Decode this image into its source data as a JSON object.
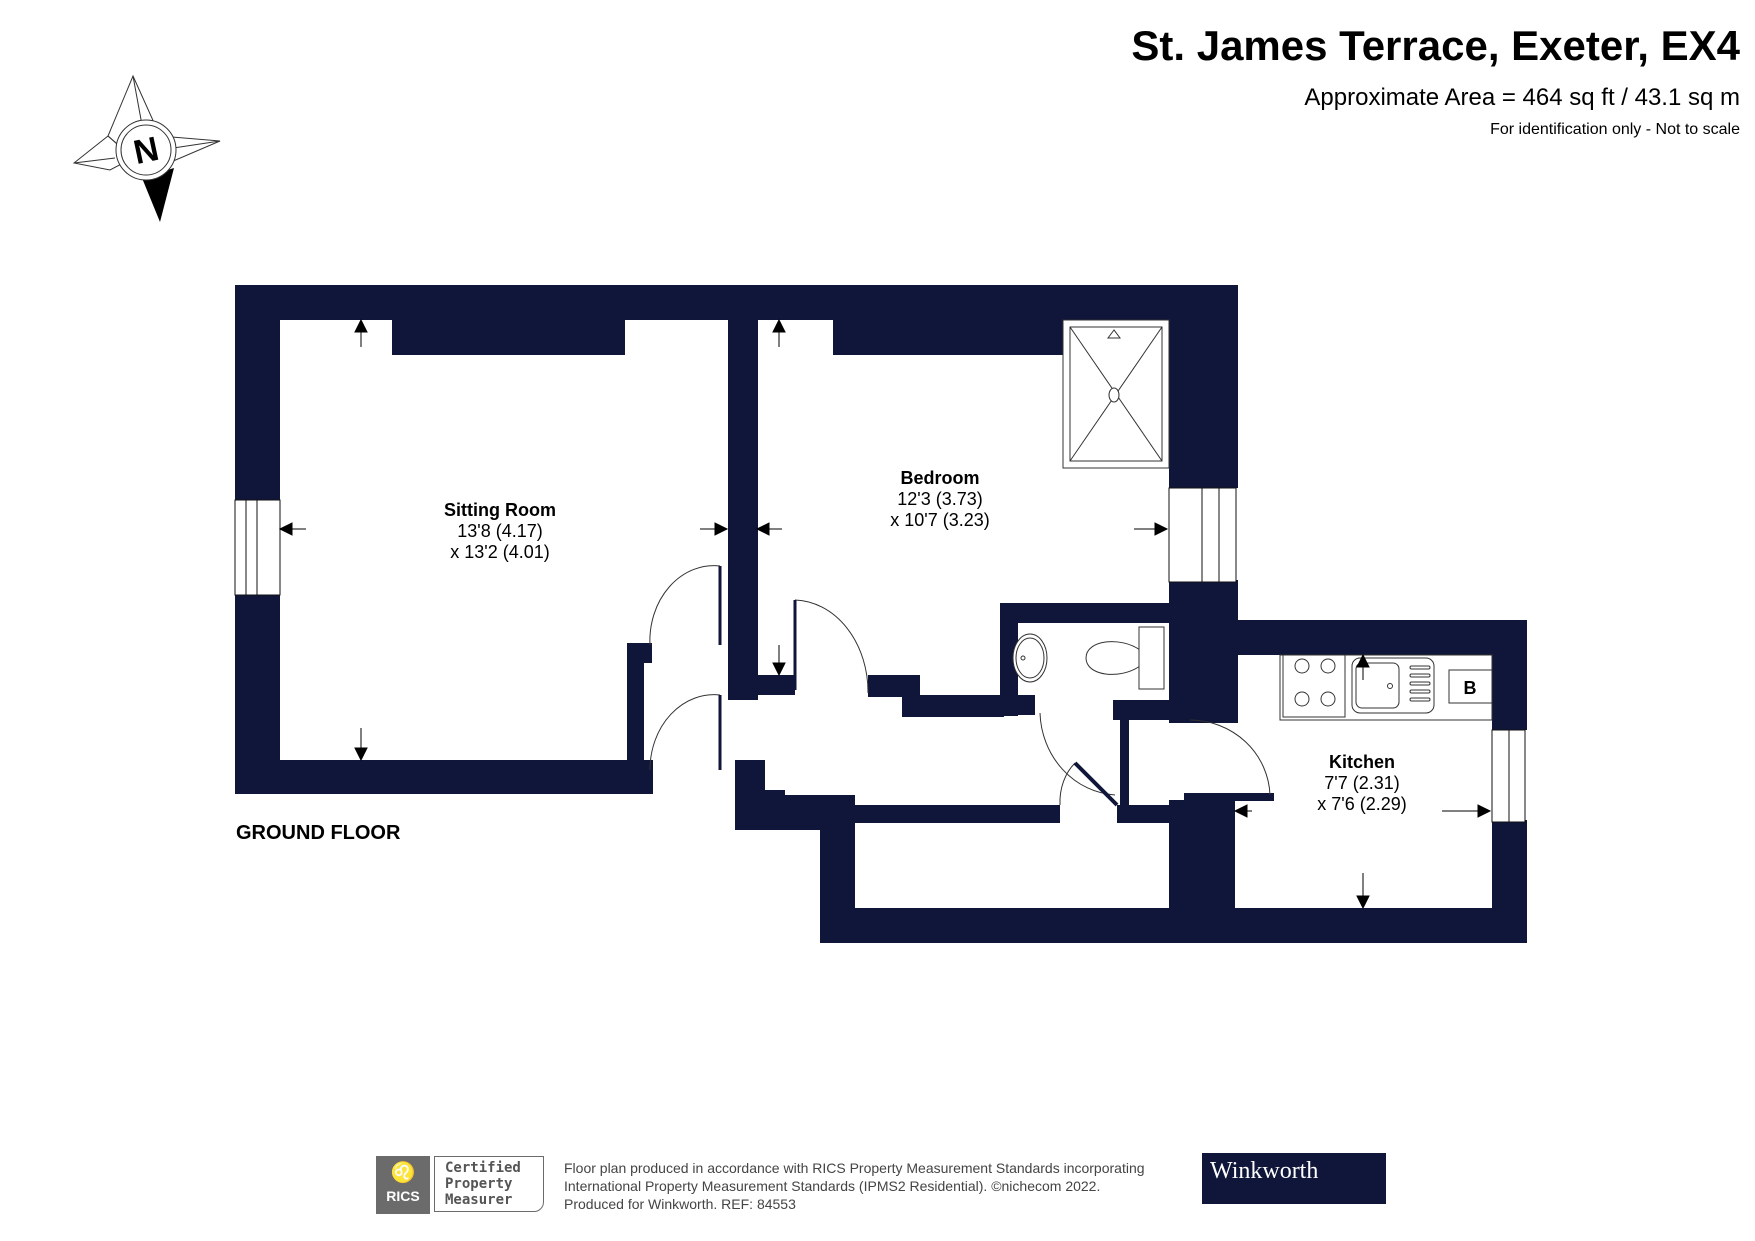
{
  "header": {
    "title": "St. James Terrace, Exeter, EX4",
    "area": "Approximate Area = 464 sq ft / 43.1 sq m",
    "disclaimer": "For identification only - Not to scale"
  },
  "compass": {
    "label": "N",
    "icon": "north-compass-icon"
  },
  "floor": {
    "label": "GROUND FLOOR"
  },
  "rooms": [
    {
      "name": "Sitting Room",
      "dim1": "13'8 (4.17)",
      "dim2": "x 13'2 (4.01)"
    },
    {
      "name": "Bedroom",
      "dim1": "12'3 (3.73)",
      "dim2": "x 10'7 (3.23)"
    },
    {
      "name": "Kitchen",
      "dim1": "7'7 (2.31)",
      "dim2": "x 7'6 (2.29)"
    }
  ],
  "fixtures": {
    "boiler_label": "B"
  },
  "colors": {
    "wall": "#10163a",
    "background": "#ffffff",
    "line": "#333333"
  },
  "footer": {
    "rics_logo_text": "RICS",
    "cert_line1": "Certified",
    "cert_line2": "Property",
    "cert_line3": "Measurer",
    "text_line1": "Floor plan produced in accordance with RICS Property Measurement Standards incorporating",
    "text_line2": "International Property Measurement Standards (IPMS2 Residential).   ©nichecom 2022.",
    "text_line3": "Produced for Winkworth.   REF:  84553",
    "brand": "Winkworth"
  }
}
